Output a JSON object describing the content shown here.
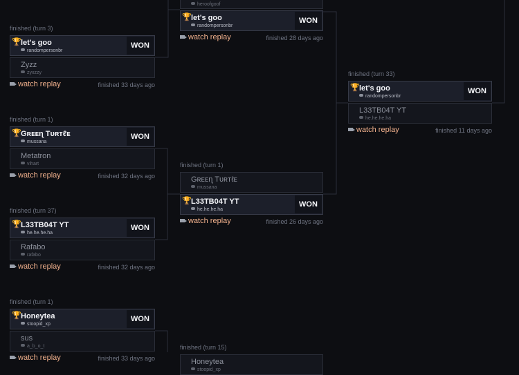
{
  "watch_label": "watch replay",
  "matches": [
    {
      "status": "",
      "top": {
        "winner": true,
        "name": "let's goo",
        "handle": "randompersonbr"
      },
      "bottom": null,
      "finished": "finished 28 days ago"
    },
    {
      "status": "finished (turn 3)",
      "top": {
        "winner": true,
        "name": "let's goo",
        "handle": "randompersonbr"
      },
      "bottom": {
        "name": "Zyzz",
        "handle": "zyxzzy"
      },
      "finished": "finished 33 days ago"
    },
    {
      "status": "finished (turn 1)",
      "top": {
        "winner": true,
        "name": "Gʀᴇᴇɳ Tᴜʀᴛℓᴇ",
        "handle": "mussana"
      },
      "bottom": {
        "name": "Metatron",
        "handle": "vihart"
      },
      "finished": "finished 32 days ago"
    },
    {
      "status": "finished (turn 37)",
      "top": {
        "winner": true,
        "name": "L33TB04T YT",
        "handle": "he.he.he.ha"
      },
      "bottom": {
        "name": "Rafabo",
        "handle": "rafabo"
      },
      "finished": "finished 32 days ago"
    },
    {
      "status": "finished (turn 1)",
      "top": {
        "winner": true,
        "name": "Honeytea",
        "handle": "stoopid_xp"
      },
      "bottom": {
        "name": "sus",
        "handle": "a_b_o_t"
      },
      "finished": "finished 33 days ago"
    },
    {
      "status": "finished (turn 1)",
      "top": {
        "name": "Gʀᴇᴇɳ Tᴜʀᴛℓᴇ",
        "handle": "mussana"
      },
      "bottom": {
        "winner": true,
        "name": "L33TB04T YT",
        "handle": "he.he.he.ha"
      },
      "finished": "finished 26 days ago"
    },
    {
      "status": "finished (turn 15)",
      "top": {
        "name": "Honeytea",
        "handle": "stoopid_xp"
      },
      "bottom": null,
      "finished": ""
    },
    {
      "status": "finished (turn 33)",
      "top": {
        "winner": true,
        "name": "let's goo",
        "handle": "randompersonbr"
      },
      "bottom": {
        "name": "L33TB04T YT",
        "handle": "he.he.he.ha"
      },
      "finished": "finished 11 days ago"
    }
  ],
  "partial_handle": "heroofgoof",
  "won_label": "WON"
}
